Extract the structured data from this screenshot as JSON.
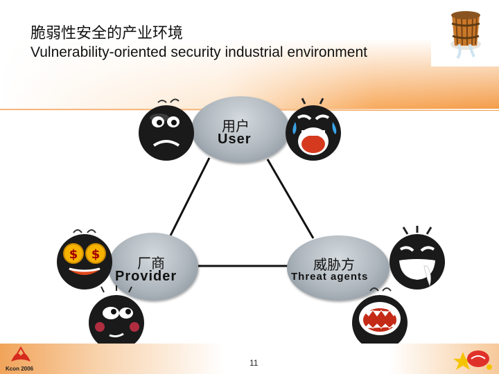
{
  "slide": {
    "title_cn": "脆弱性安全的产业环境",
    "title_en": "Vulnerability-oriented security industrial environment",
    "page_number": "11"
  },
  "nodes": {
    "user": {
      "cn": "用户",
      "en": "User"
    },
    "provider": {
      "cn": "厂商",
      "en": "Provider"
    },
    "threat": {
      "cn": "威胁方",
      "en": "Threat agents"
    }
  },
  "footer": {
    "logo_text": "Kcon 2006"
  },
  "colors": {
    "accent_orange": "#f39a45",
    "node_grey": "#aeb6bd",
    "face_black": "#1a1a1a",
    "money_gold": "#f5b300"
  },
  "icons": [
    "kcon-logo-icon",
    "pirate-ship-logo-icon",
    "bucket-logo-icon",
    "worried-face-icon",
    "crying-face-icon",
    "dollar-eyes-face-icon",
    "nervous-face-icon",
    "laughing-face-icon",
    "shouting-face-icon"
  ]
}
